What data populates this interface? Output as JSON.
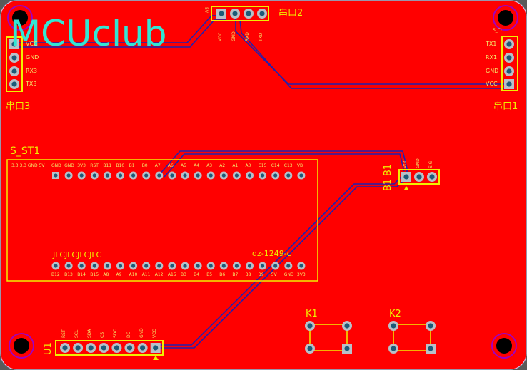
{
  "logo": "MCUclub",
  "colors": {
    "board": "#ff0000",
    "silk": "#f0f000",
    "trace": "#2020b0",
    "logo": "#33e6d4",
    "mount": "#a000c0"
  },
  "ports": {
    "p2": {
      "name": "串口2",
      "pins": [
        "VCC",
        "GND",
        "RXD",
        "TXD"
      ],
      "side_mark": "5V"
    },
    "p3": {
      "name": "串口3",
      "pins": [
        "VCC",
        "GND",
        "RX3",
        "TX3"
      ]
    },
    "p1": {
      "name": "串口1",
      "pins": [
        "TX1",
        "RX1",
        "GND",
        "VCC"
      ],
      "tag": "S_Ct"
    }
  },
  "module": {
    "name": "S_ST1",
    "brand": "JLCJLCJLCJLC",
    "model": "dz-1249-c",
    "top_row_label": "3.3 3.3 GND 5V",
    "top_pins": [
      "GND",
      "GND",
      "3V3",
      "RST",
      "B11",
      "B10",
      "B1",
      "B0",
      "A7",
      "A6",
      "A5",
      "A4",
      "A3",
      "A2",
      "A1",
      "A0",
      "C15",
      "C14",
      "C13",
      "VB"
    ],
    "bottom_pins": [
      "B12",
      "B13",
      "B14",
      "B15",
      "A8",
      "A9",
      "A10",
      "A11",
      "A12",
      "A15",
      "B3",
      "B4",
      "B5",
      "B6",
      "B7",
      "B8",
      "B9",
      "5V",
      "GND",
      "3V3"
    ]
  },
  "b1": {
    "name": "B1",
    "label": "B1",
    "pins": [
      "VCC",
      "GND",
      "SIG"
    ]
  },
  "u1": {
    "name": "U1",
    "pins": [
      "RST",
      "SCL",
      "SDA",
      "CS",
      "SDO",
      "DC",
      "GND",
      "VCC"
    ]
  },
  "keys": [
    {
      "name": "K1"
    },
    {
      "name": "K2"
    }
  ]
}
